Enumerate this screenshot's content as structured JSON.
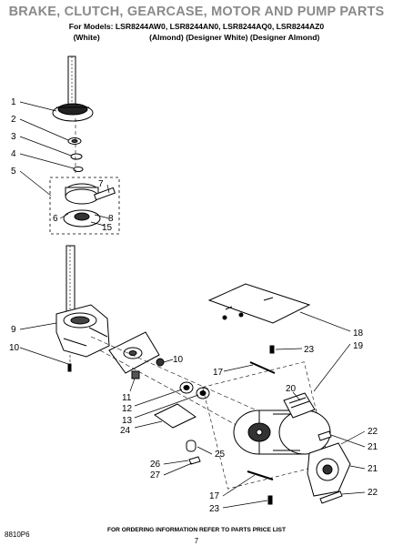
{
  "header": {
    "title": "BRAKE, CLUTCH, GEARCASE, MOTOR AND PUMP PARTS",
    "models_prefix": "For Models:",
    "models": [
      "LSR8244AW0,",
      "LSR8244AN0,",
      "LSR8244AQ0,",
      "LSR8244AZ0"
    ],
    "colors": [
      "(White)",
      "(Almond)",
      "(Designer White)",
      "(Designer Almond)"
    ]
  },
  "callouts": {
    "c1": "1",
    "c2": "2",
    "c3": "3",
    "c4": "4",
    "c5": "5",
    "c6": "6",
    "c7": "7",
    "c8": "8",
    "c15": "15",
    "c9": "9",
    "c10a": "10",
    "c10b": "10",
    "c11": "11",
    "c12": "12",
    "c13": "13",
    "c24": "24",
    "c17a": "17",
    "c18": "18",
    "c19": "19",
    "c23a": "23",
    "c20": "20",
    "c22": "22",
    "c21a": "21",
    "c21b": "21",
    "c25": "25",
    "c26": "26",
    "c27": "27",
    "c17b": "17",
    "c23b": "23"
  },
  "footer": {
    "notice": "FOR ORDERING INFORMATION REFER TO PARTS PRICE LIST",
    "page_number": "7",
    "doc_code": "8810P6"
  }
}
